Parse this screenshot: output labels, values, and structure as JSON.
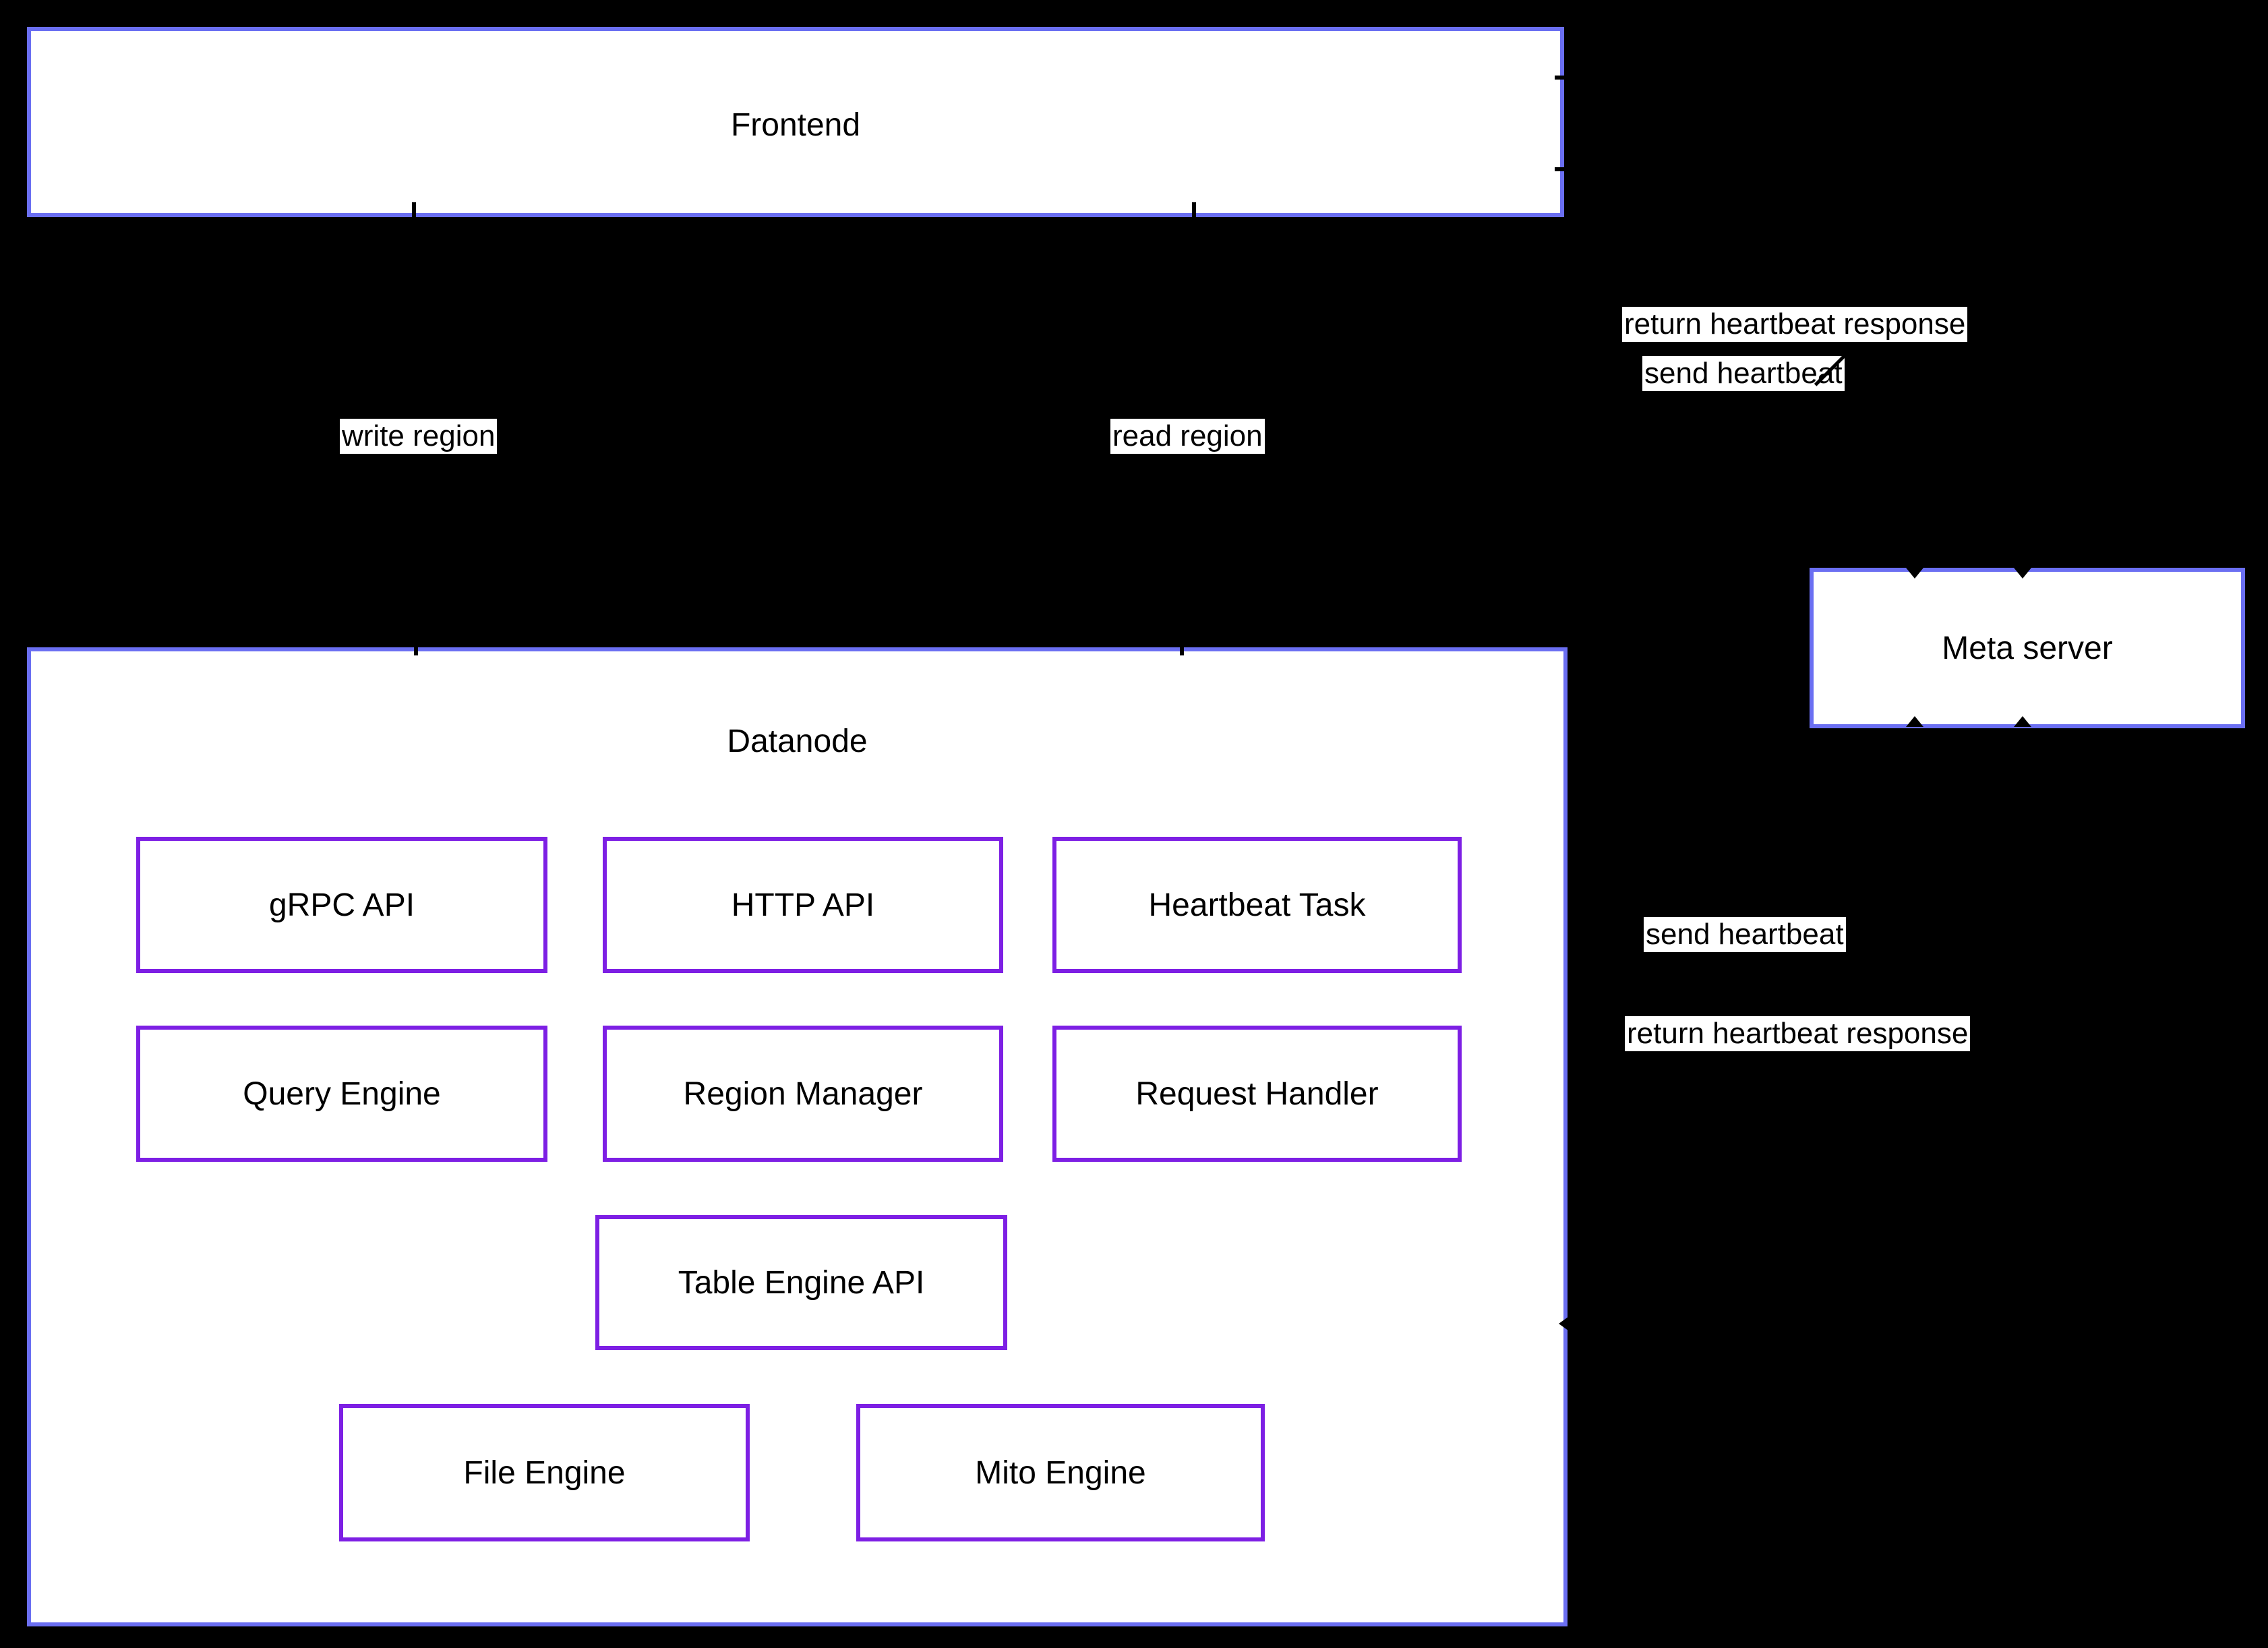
{
  "colors": {
    "background": "#000000",
    "box_fill": "#ffffff",
    "outer_box_border": "#6b6ff2",
    "component_box_border": "#7d1fe4",
    "text": "#000000",
    "edge_label_background": "#ffffff"
  },
  "frontend": {
    "title": "Frontend"
  },
  "meta_server": {
    "title": "Meta server"
  },
  "datanode": {
    "title": "Datanode",
    "components": [
      "gRPC API",
      "HTTP API",
      "Heartbeat Task",
      "Query Engine",
      "Region Manager",
      "Request Handler",
      "Table Engine API",
      "File Engine",
      "Mito Engine"
    ]
  },
  "edge_labels": {
    "write_region": "write region",
    "read_region": "read region",
    "send_heartbeat_frontend": "send heartbeat",
    "return_heartbeat_frontend": "return heartbeat response",
    "send_heartbeat_datanode": "send heartbeat",
    "return_heartbeat_datanode": "return heartbeat response"
  }
}
